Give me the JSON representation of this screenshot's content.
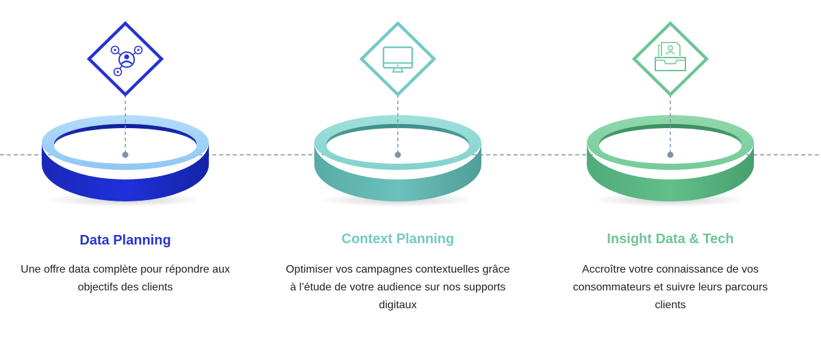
{
  "colors": {
    "timeline": "#7f93a8",
    "pillar_1": "#2632d2",
    "pillar_2": "#73c9c5",
    "pillar_3": "#6cc595"
  },
  "pillars": [
    {
      "title": "Data Planning",
      "description": "Une offre data complète pour répondre aux objectifs des clients",
      "icon": "social-network-user-icon"
    },
    {
      "title": "Context Planning",
      "description": "Optimiser vos campagnes contextuelles grâce à l’étude de votre audience sur nos supports digitaux",
      "icon": "monitor-icon"
    },
    {
      "title": "Insight Data & Tech",
      "description": "Accroître votre connaissance de vos consommateurs et suivre leurs parcours clients",
      "icon": "user-files-inbox-icon"
    }
  ]
}
